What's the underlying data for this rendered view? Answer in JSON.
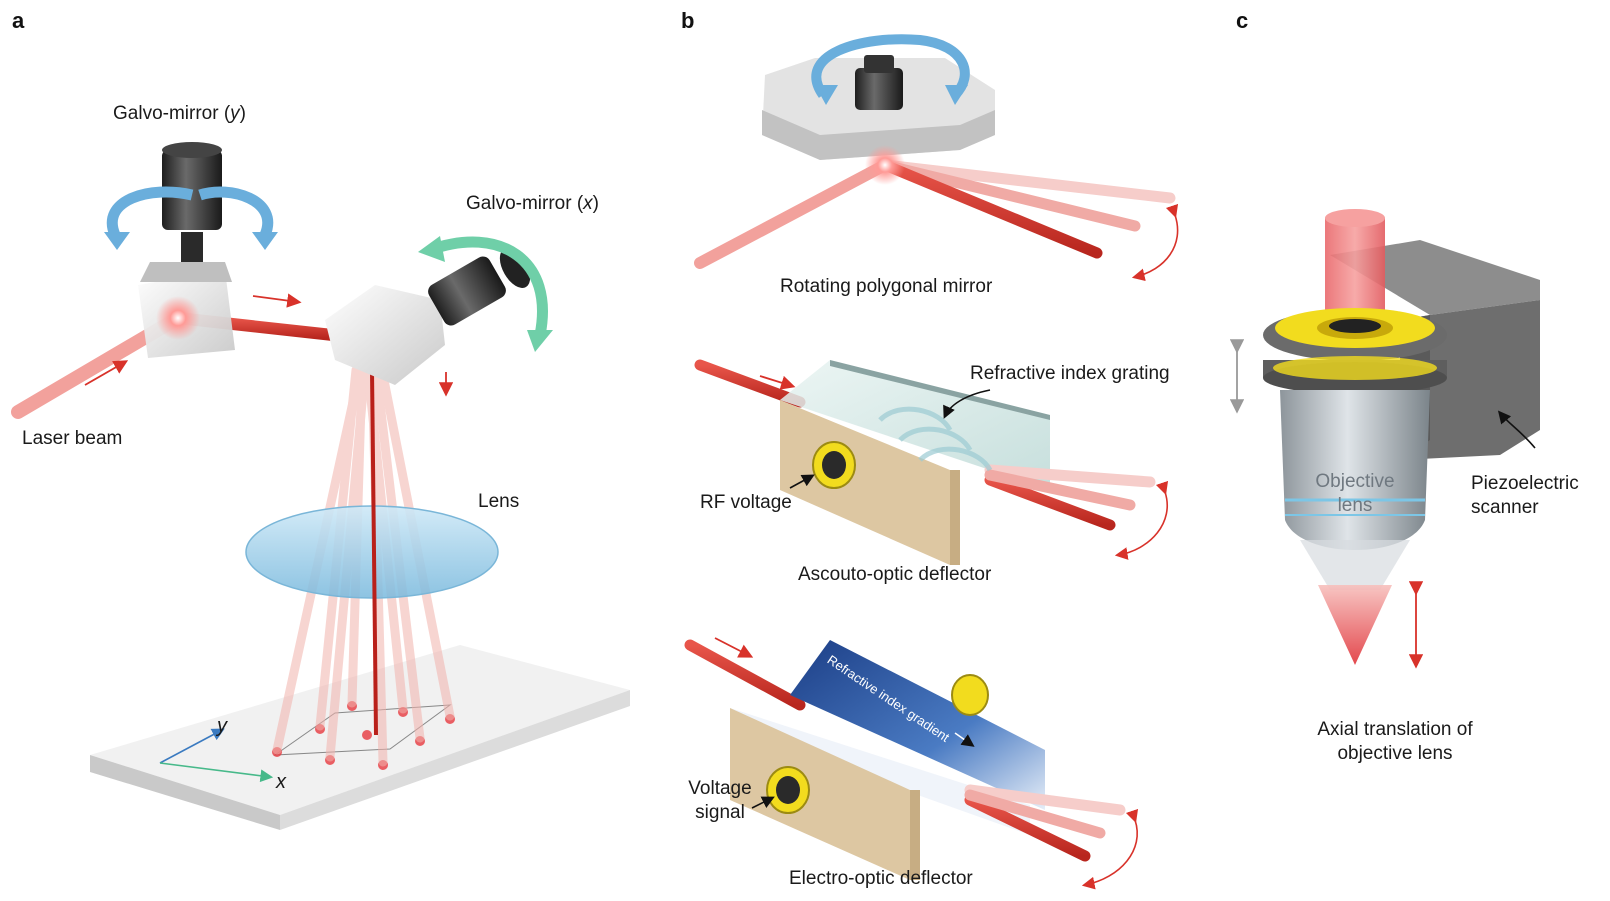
{
  "panels": {
    "a": {
      "letter": "a",
      "galvo_y_prefix": "Galvo-mirror (",
      "galvo_y_axis": "y",
      "galvo_y_suffix": ")",
      "galvo_x_prefix": "Galvo-mirror (",
      "galvo_x_axis": "x",
      "galvo_x_suffix": ")",
      "laser_beam": "Laser beam",
      "lens": "Lens",
      "axis_y": "y",
      "axis_x": "x"
    },
    "b": {
      "letter": "b",
      "polygon_caption": "Rotating polygonal mirror",
      "grating_label": "Refractive index grating",
      "rf_voltage": "RF voltage",
      "aod_caption": "Ascouto-optic deflector",
      "gradient_label": "Refractive index gradient",
      "voltage_signal_line1": "Voltage",
      "voltage_signal_line2": "signal",
      "eod_caption": "Electro-optic deflector"
    },
    "c": {
      "letter": "c",
      "objective_line1": "Objective",
      "objective_line2": "lens",
      "piezo_line1": "Piezoelectric",
      "piezo_line2": "scanner",
      "axial_line1": "Axial translation of",
      "axial_line2": "objective lens"
    }
  },
  "colors": {
    "beam_red": "#d93a2b",
    "beam_faint": "#f2b3ad",
    "rotation_blue": "#6aaedc",
    "rotation_green": "#6fcfa8",
    "connector_yellow": "#f2dc1e",
    "lens_blue": "#9fd0ea",
    "eod_blue": "#2a4e9a",
    "crystal_tan": "#ddc7a2",
    "piezo_gray": "#6e6e6e",
    "arrow_red": "#d8322a"
  },
  "icons": [
    "galvo-motor-icon",
    "rotation-arrow-icon",
    "connector-icon",
    "objective-lens-icon"
  ]
}
